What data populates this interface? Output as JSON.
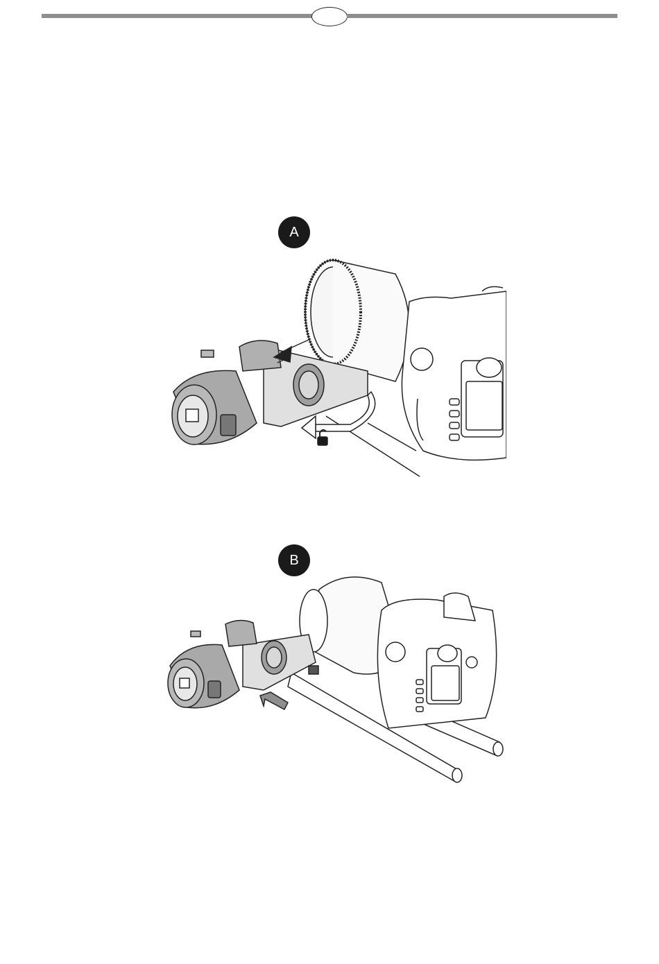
{
  "header": {
    "rule_color": "#8e8e8e",
    "page_number": ""
  },
  "steps": [
    {
      "label": "A",
      "badge_color": "#1a1a1a",
      "illustration": "follow-focus-unlock-slide-out"
    },
    {
      "label": "B",
      "badge_color": "#1a1a1a",
      "illustration": "follow-focus-slide-onto-rods"
    }
  ],
  "icons": {
    "lock": "unlocked-padlock-icon",
    "rotate_arrow": "curved-arrow-icon",
    "push_arrow": "push-arrow-icon"
  }
}
